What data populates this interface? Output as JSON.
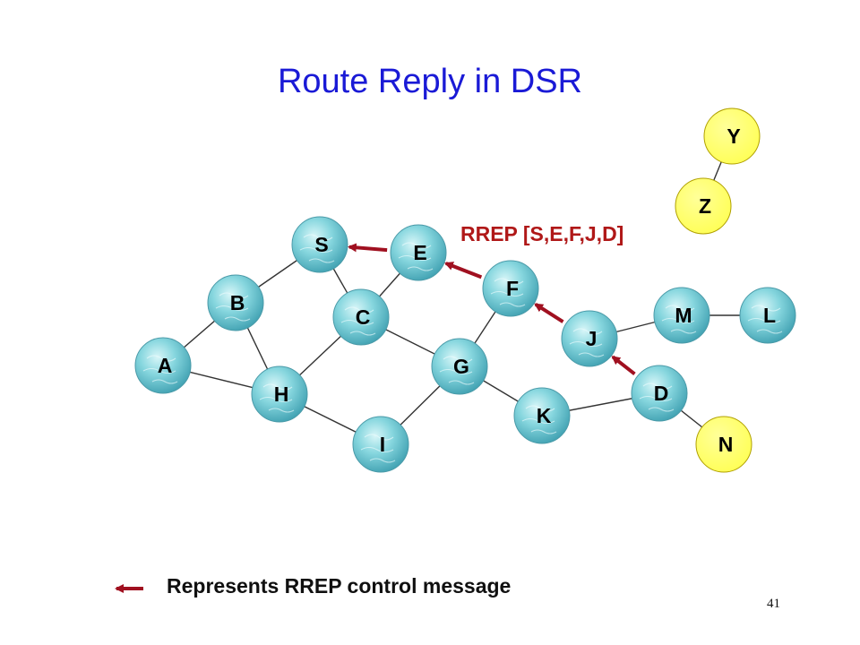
{
  "title": "Route Reply in DSR",
  "rrep_label": "RREP [S,E,F,J,D]",
  "legend": {
    "text": "Represents RREP control message"
  },
  "page_number": "41",
  "colors": {
    "title": "#1a1ad6",
    "rrep": "#a01020",
    "node_water": "#7fd3dc",
    "node_yellow": "#ffff66",
    "link": "#333333"
  },
  "nodes": [
    {
      "id": "S",
      "style": "water"
    },
    {
      "id": "E",
      "style": "water"
    },
    {
      "id": "F",
      "style": "water"
    },
    {
      "id": "B",
      "style": "water"
    },
    {
      "id": "C",
      "style": "water"
    },
    {
      "id": "M",
      "style": "water"
    },
    {
      "id": "L",
      "style": "water"
    },
    {
      "id": "J",
      "style": "water"
    },
    {
      "id": "A",
      "style": "water"
    },
    {
      "id": "G",
      "style": "water"
    },
    {
      "id": "H",
      "style": "water"
    },
    {
      "id": "D",
      "style": "water"
    },
    {
      "id": "K",
      "style": "water"
    },
    {
      "id": "I",
      "style": "water"
    },
    {
      "id": "N",
      "style": "yellow"
    },
    {
      "id": "Y",
      "style": "yellow"
    },
    {
      "id": "Z",
      "style": "yellow"
    }
  ],
  "links": [
    [
      "Y",
      "Z"
    ],
    [
      "S",
      "B"
    ],
    [
      "S",
      "C"
    ],
    [
      "E",
      "C"
    ],
    [
      "B",
      "A"
    ],
    [
      "B",
      "H"
    ],
    [
      "A",
      "H"
    ],
    [
      "C",
      "H"
    ],
    [
      "C",
      "G"
    ],
    [
      "F",
      "G"
    ],
    [
      "H",
      "I"
    ],
    [
      "I",
      "G"
    ],
    [
      "G",
      "K"
    ],
    [
      "K",
      "D"
    ],
    [
      "D",
      "N"
    ],
    [
      "J",
      "M"
    ],
    [
      "M",
      "L"
    ]
  ],
  "rrep_path": [
    [
      "E",
      "S"
    ],
    [
      "F",
      "E"
    ],
    [
      "J",
      "F"
    ],
    [
      "D",
      "J"
    ]
  ]
}
